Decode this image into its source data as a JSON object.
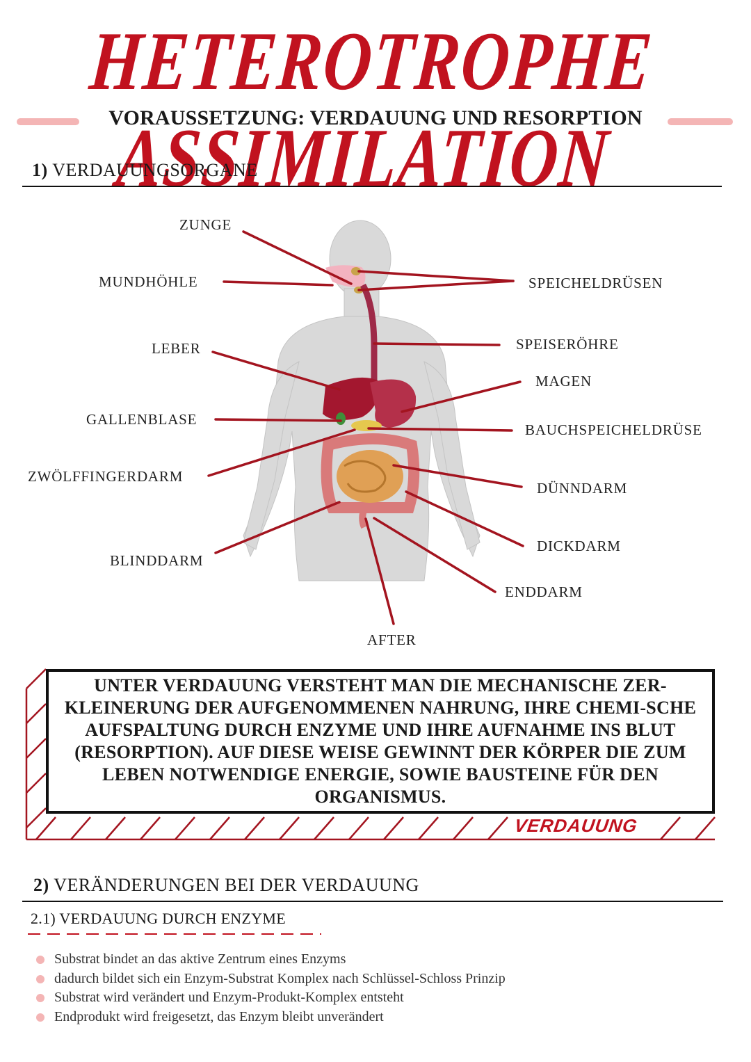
{
  "title": "HETEROTROPHE ASSIMILATION",
  "subtitle": "VORAUSSETZUNG: VERDAUUNG UND RESORPTION",
  "section1": {
    "number": "1)",
    "title": "VERDAUUNGSORGANE"
  },
  "diagram": {
    "labels": {
      "zunge": "ZUNGE",
      "mundhoehle": "MUNDHÖHLE",
      "leber": "LEBER",
      "gallenblase": "GALLENBLASE",
      "zwoelffingerdarm": "ZWÖLFFINGERDARM",
      "blinddarm": "BLINDDARM",
      "speicheldruesen": "SPEICHELDRÜSEN",
      "speiseroehre": "SPEISERÖHRE",
      "magen": "MAGEN",
      "bauchspeicheldruese": "BAUCHSPEICHELDRÜSE",
      "duenndarm": "DÜNNDARM",
      "dickdarm": "DICKDARM",
      "enddarm": "ENDDARM",
      "after": "AFTER"
    },
    "colors": {
      "leader": "#a3141f",
      "body": "#d6d6d6",
      "organ": "#a81f3a"
    }
  },
  "definition": {
    "text": "UNTER VERDAUUNG VERSTEHT MAN DIE MECHANISCHE ZER-KLEINERUNG DER AUFGENOMMENEN NAHRUNG, IHRE CHEMI-SCHE AUFSPALTUNG DURCH ENZYME UND IHRE AUFNAHME INS BLUT (RESORPTION). AUF DIESE WEISE GEWINNT DER KÖRPER DIE ZUM LEBEN NOTWENDIGE ENERGIE, SOWIE BAUSTEINE FÜR DEN ORGANISMUS.",
    "tag": "VERDAUUNG"
  },
  "section2": {
    "number": "2)",
    "title": "VERÄNDERUNGEN BEI DER VERDAUUNG"
  },
  "section2_1": {
    "title": "2.1) VERDAUUNG DURCH ENZYME",
    "bullets": [
      "Substrat bindet an das aktive Zentrum eines Enzyms",
      "dadurch bildet sich ein Enzym-Substrat Komplex nach Schlüssel-Schloss Prinzip",
      "Substrat wird verändert und Enzym-Produkt-Komplex entsteht",
      "Endprodukt wird freigesetzt, das Enzym bleibt unverändert"
    ]
  },
  "accent_colors": {
    "title_red": "#c1121f",
    "pink": "#f4b5b5"
  }
}
